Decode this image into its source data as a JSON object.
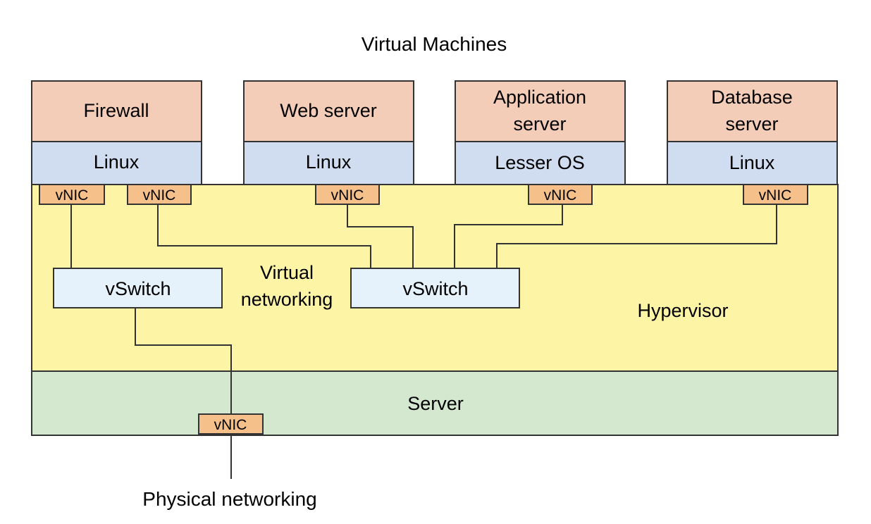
{
  "title": "Virtual Machines",
  "vms": [
    {
      "app_lines": [
        "Firewall"
      ],
      "os": "Linux"
    },
    {
      "app_lines": [
        "Web server"
      ],
      "os": "Linux"
    },
    {
      "app_lines": [
        "Application",
        "server"
      ],
      "os": "Lesser OS"
    },
    {
      "app_lines": [
        "Database",
        "server"
      ],
      "os": "Linux"
    }
  ],
  "vnic_label": "vNIC",
  "vswitch_label": "vSwitch",
  "virtual_networking_lines": [
    "Virtual",
    "networking"
  ],
  "hypervisor_label": "Hypervisor",
  "server_label": "Server",
  "physical_networking_label": "Physical networking",
  "colors": {
    "app": "#f4cdb8",
    "os": "#d0dcef",
    "vnic": "#f5c08a",
    "hypervisor": "#fdf4a6",
    "server": "#d4e7cf",
    "vswitch": "#e6f2fb",
    "stroke": "#333333"
  }
}
